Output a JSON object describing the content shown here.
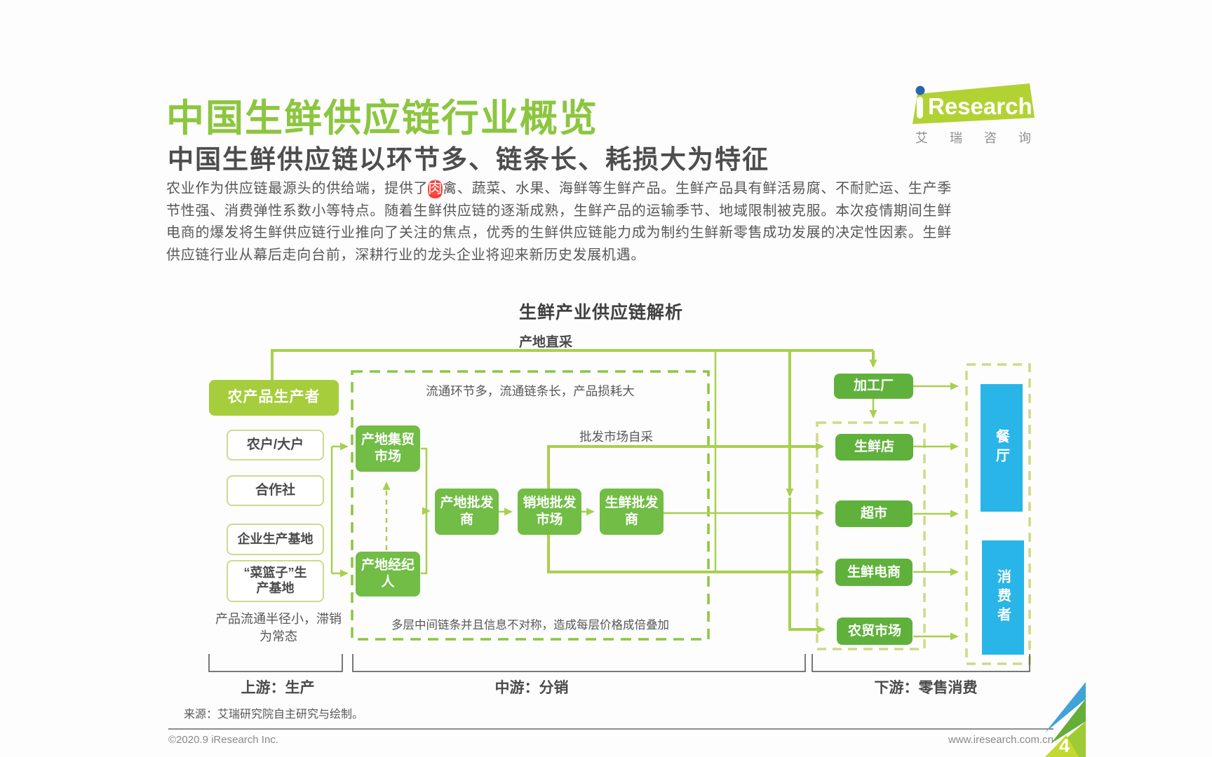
{
  "header": {
    "title": "中国生鲜供应链行业概览",
    "logo": {
      "i_dot": "i",
      "brand": "Research",
      "cn": "艾瑞咨询"
    }
  },
  "intro": {
    "subtitle": "中国生鲜供应链以环节多、链条长、耗损大为特征",
    "para_before": "农业作为供应链最源头的供给端，提供了",
    "para_highlight": "肉",
    "para_after": "禽、蔬菜、水果、海鲜等生鲜产品。生鲜产品具有鲜活易腐、不耐贮运、生产季节性强、消费弹性系数小等特点。随着生鲜供应链的逐渐成熟，生鲜产品的运输季节、地域限制被克服。本次疫情期间生鲜电商的爆发将生鲜供应链行业推向了关注的焦点，优秀的生鲜供应链能力成为制约生鲜新零售成功发展的决定性因素。生鲜供应链行业从幕后走向台前，深耕行业的龙头企业将迎来新历史发展机遇。"
  },
  "diagram": {
    "title": "生鲜产业供应链解析",
    "annotations": {
      "direct_sourcing": "产地直采",
      "circulation_note": "流通环节多，流通链条长，产品损耗大",
      "wholesale_self_pick": "批发市场自采",
      "multilayer_note": "多层中间链条并且信息不对称，造成每层价格成倍叠加",
      "radius_note": "产品流通半径小，滞销\n为常态",
      "upstream": "上游：生产",
      "midstream": "中游：分销",
      "downstream": "下游：零售消费"
    },
    "nodes": {
      "producer": "农产品生产者",
      "farmer": "农户/大户",
      "coop": "合作社",
      "enterprise_base": "企业生产基地",
      "basket_base": "“菜篮子”生\n产基地",
      "origin_market": "产地集贸市场",
      "origin_broker": "产地经纪人",
      "origin_wholesaler": "产地批发商",
      "dest_wholesale_market": "销地批发市场",
      "fresh_wholesaler": "生鲜批发商",
      "processing_plant": "加工厂",
      "fresh_store": "生鲜店",
      "supermarket": "超市",
      "fresh_ecommerce": "生鲜电商",
      "farmers_market": "农贸市场",
      "restaurant": "餐厅",
      "consumer": "消费者"
    }
  },
  "footer": {
    "source": "来源：艾瑞研究院自主研究与绘制。",
    "copyright": "©2020.9 iResearch Inc.",
    "website": "www.iresearch.com.cn",
    "page_number": "4"
  },
  "colors": {
    "accent_green": "#8cc63f",
    "box_green": "#71bd45",
    "box_green_dark": "#5fb13c",
    "box_yellow_green": "#a6cd3b",
    "line_green": "#a9cf4f",
    "blue": "#29b5e8",
    "text_gray": "#595757"
  }
}
